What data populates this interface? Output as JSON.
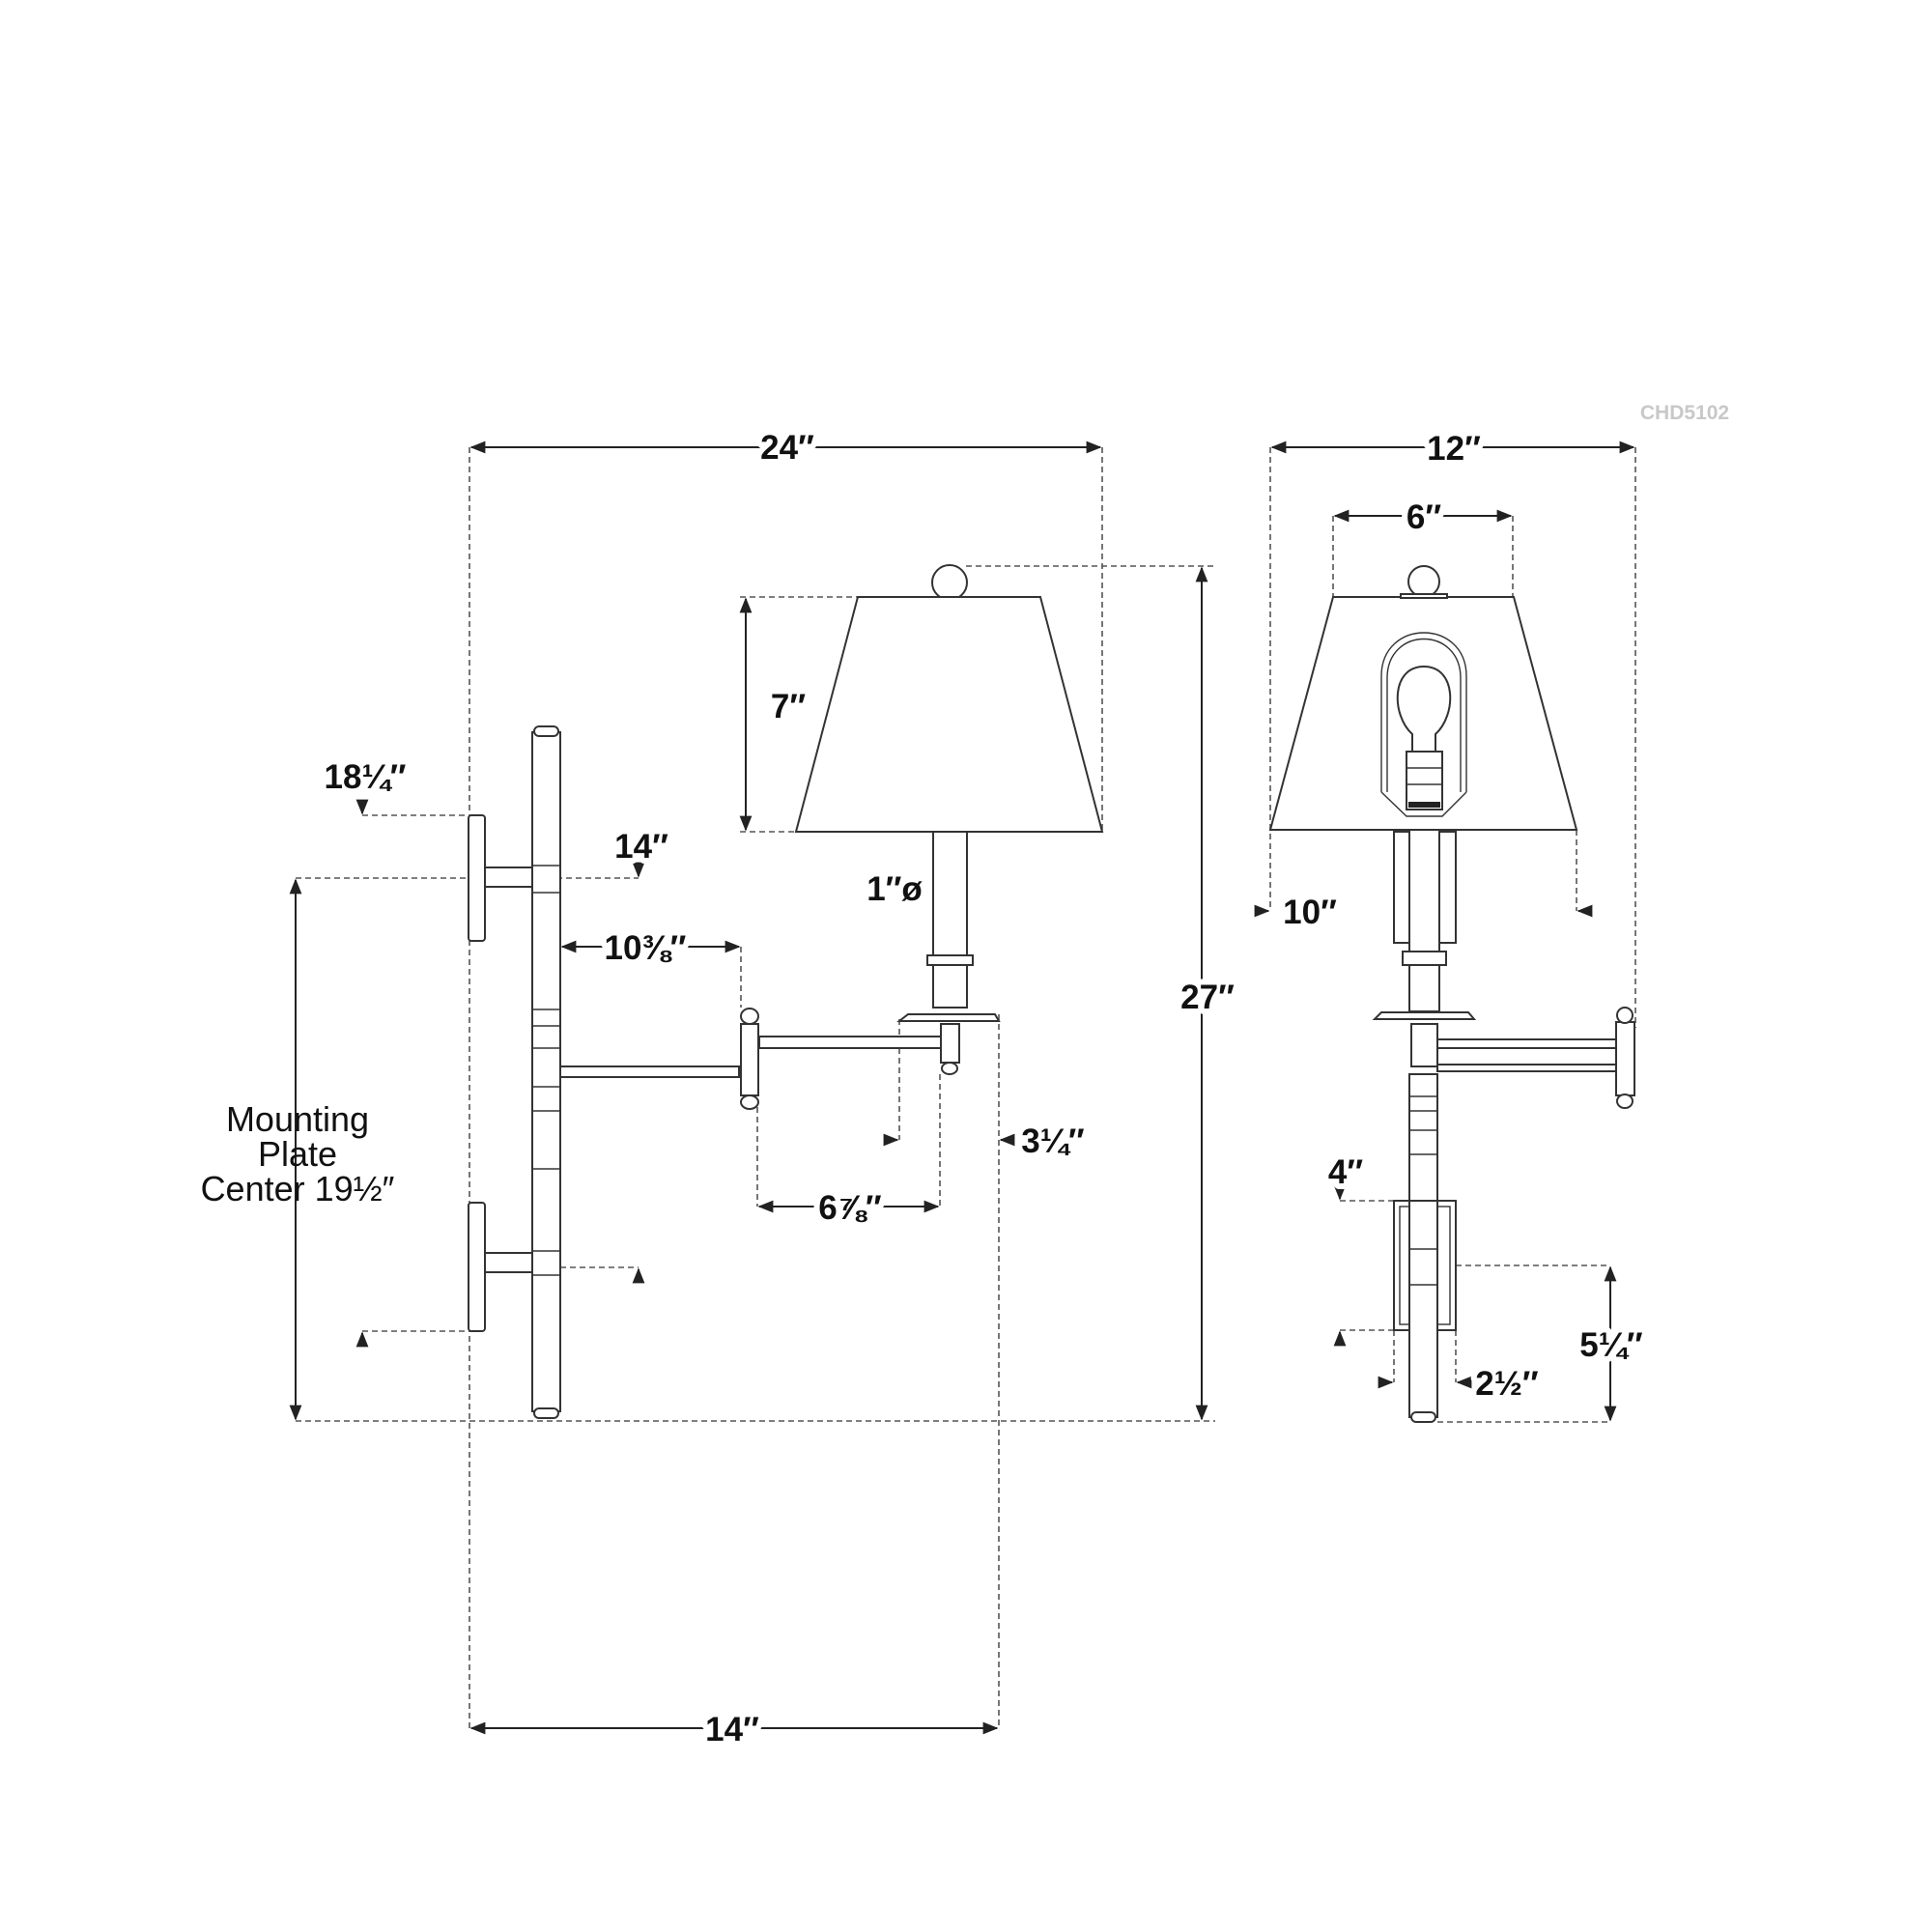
{
  "model_code": "CHD5102",
  "colors": {
    "line": "#222222",
    "model_code": "#c8c8c8"
  },
  "side_view": {
    "overall_width": "24″",
    "shade_height": "7″",
    "overall_height": "27″",
    "top_plate_height": "18¼″",
    "bottom_plate_height": "14″",
    "arm_reach_min": "10⅜″",
    "stem_diameter": "1″ø",
    "socket_offset": "3¼″",
    "arm_span": "6⅞″",
    "extension": "14″",
    "mounting_plate_center": [
      "Mounting",
      "Plate",
      "Center 19½″"
    ]
  },
  "front_view": {
    "overall_width": "12″",
    "shade_top": "6″",
    "shade_bottom": "10″",
    "backplate_height": "4″",
    "backplate_width": "2½″",
    "backplate_center": "5¼″"
  }
}
